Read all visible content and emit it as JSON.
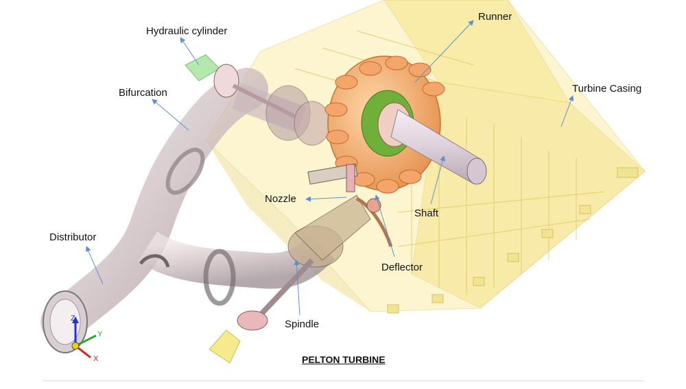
{
  "labels": {
    "runner": "Runner",
    "hydraulic_cylinder": "Hydraulic cylinder",
    "bifurcation": "Bifurcation",
    "turbine_casing": "Turbine Casing",
    "nozzle": "Nozzle",
    "shaft": "Shaft",
    "distributor": "Distributor",
    "deflector": "Deflector",
    "spindle": "Spindle"
  },
  "title": "PELTON TURBINE",
  "axes": {
    "z": "Z",
    "y": "Y",
    "x": "X"
  },
  "colors": {
    "leader": "#5b8fd0",
    "casing": "#f4e27a",
    "pipe": "#c8b8bc",
    "runner": "#e8a060",
    "runner_hub": "#6fb03a",
    "shaft": "#e2d6df",
    "cylinder": "#a6e6a0",
    "spindle_end": "#f5eb8c"
  }
}
